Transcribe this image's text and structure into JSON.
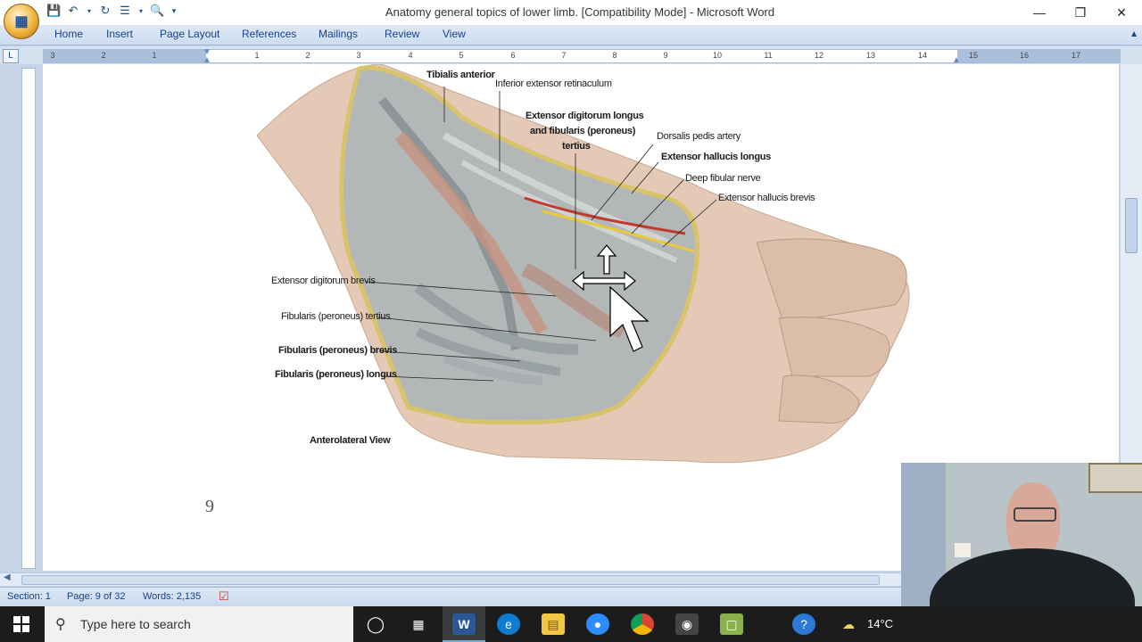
{
  "window": {
    "title": "Anatomy general topics of lower limb. [Compatibility Mode] - Microsoft Word"
  },
  "ribbon": {
    "tabs": [
      "Home",
      "Insert",
      "Page Layout",
      "References",
      "Mailings",
      "Review",
      "View"
    ]
  },
  "ruler": {
    "numbers": [
      "3",
      "2",
      "1",
      "1",
      "2",
      "3",
      "4",
      "5",
      "6",
      "7",
      "8",
      "9",
      "10",
      "11",
      "12",
      "13",
      "14",
      "15",
      "16",
      "17"
    ]
  },
  "figure": {
    "labels": {
      "tibialis_anterior": "Tibialis anterior",
      "inferior_extensor_retinaculum": "Inferior extensor retinaculum",
      "ext_dig_longus_1": "Extensor digitorum longus",
      "ext_dig_longus_2": "and fibularis (peroneus)",
      "ext_dig_longus_3": "tertius",
      "dorsalis_pedis_artery": "Dorsalis pedis artery",
      "extensor_hallucis_longus": "Extensor hallucis longus",
      "deep_fibular_nerve": "Deep fibular nerve",
      "extensor_hallucis_brevis": "Extensor hallucis brevis",
      "extensor_digitorum_brevis": "Extensor digitorum brevis",
      "fibularis_tertius": "Fibularis (peroneus) tertius",
      "fibularis_brevis": "Fibularis (peroneus) brevis",
      "fibularis_longus": "Fibularis (peroneus) longus",
      "view": "Anterolateral View"
    }
  },
  "page": {
    "number": "9"
  },
  "status": {
    "section": "Section: 1",
    "page": "Page: 9 of 32",
    "words": "Words: 2,135"
  },
  "taskbar": {
    "search_placeholder": "Type here to search",
    "temperature": "14°C"
  },
  "colors": {
    "ribbon_blue": "#15428b",
    "taskbar": "#1c1c1c",
    "artery_red": "#c0392b",
    "nerve_yellow": "#e8c93a"
  }
}
